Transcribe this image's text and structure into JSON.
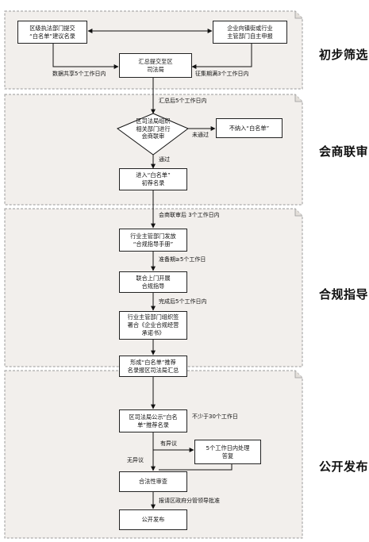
{
  "stages": {
    "s1": "初步筛选",
    "s2": "会商联审",
    "s3": "合规指导",
    "s4": "公开发布"
  },
  "nodes": {
    "district": "区级执法部门提交\n“白名单”建议名录",
    "enterprise": "企业向镇街或行业\n主管部门自主申报",
    "summary": "汇总提交至区\n司法局",
    "review": "区司法局组织\n相关部门进行\n会商联审",
    "reject": "不纳入“白名单”",
    "initial": "进入“白名单”\n初荐名录",
    "manual": "行业主管部门发放\n“合规指导手册”",
    "visit": "联合上门开展\n合规指导",
    "pledge": "行业主管部门组织签\n署合《企业合规经营\n承诺书》",
    "form": "形成“白名单”推荐\n名录报区司法局汇总",
    "publicize": "区司法局公示“白名\n单”推荐名录",
    "objection": "5个工作日内处理\n答复",
    "legality": "合法性审查",
    "publish": "公开发布"
  },
  "edges": {
    "share": "数据共享5个工作日内",
    "collect": "征集期满3个工作日内",
    "after_summary": "汇总后5个工作日内",
    "not_passed": "未通过",
    "passed": "通过",
    "after_review": "会商联审后 3个工作日内",
    "prep": "准备期≥5个工作日",
    "after_done": "完成后5个工作日内",
    "min30": "不少于30个工作日",
    "has_obj": "有异议",
    "no_obj": "无异议",
    "report": "报请区政府分管领导批准"
  },
  "colors": {
    "panel_fill": "#f2efec",
    "panel_border": "#9a9a9a",
    "line": "#111111"
  }
}
